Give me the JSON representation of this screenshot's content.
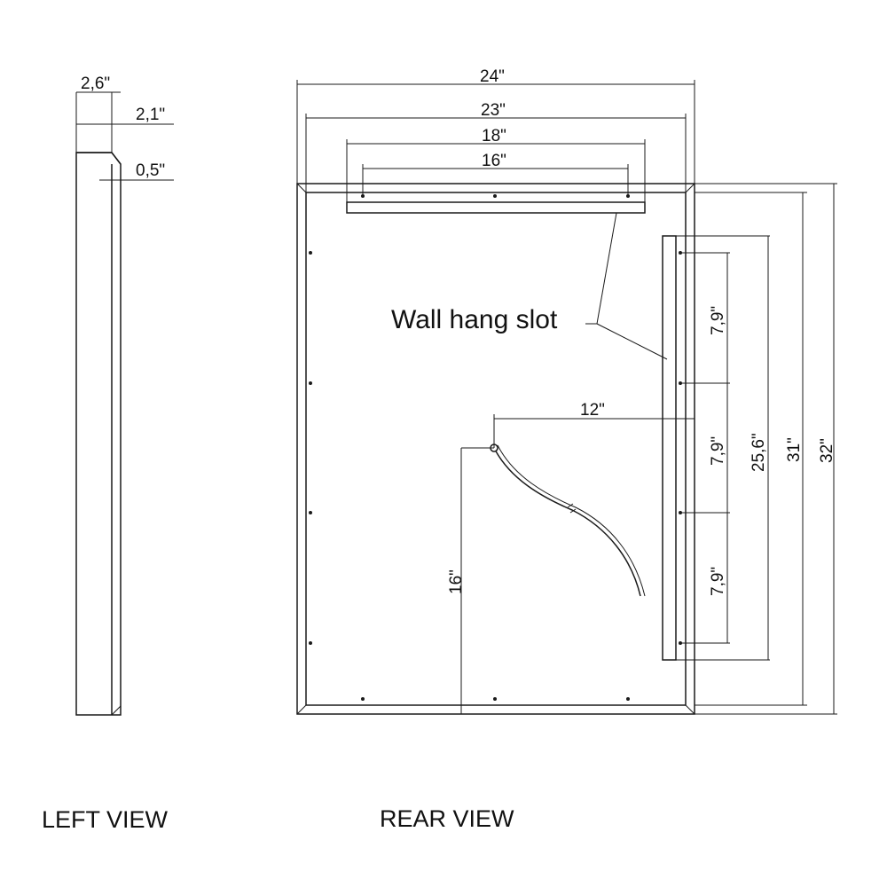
{
  "views": {
    "left": "LEFT VIEW",
    "rear": "REAR VIEW"
  },
  "callouts": {
    "wall_hang_slot": "Wall hang slot"
  },
  "dimensions": {
    "depth_total": "2,6\"",
    "depth_frame": "2,1\"",
    "depth_lip": "0,5\"",
    "width_total": "24\"",
    "width_frame": "23\"",
    "slot_length": "18\"",
    "slot_hole_spacing": "16\"",
    "cord_offset_x": "12\"",
    "cord_height": "16\"",
    "strip_segment_1": "7,9\"",
    "strip_segment_2": "7,9\"",
    "strip_segment_3": "7,9\"",
    "strip_length": "25,6\"",
    "height_frame": "31\"",
    "height_total": "32\""
  }
}
